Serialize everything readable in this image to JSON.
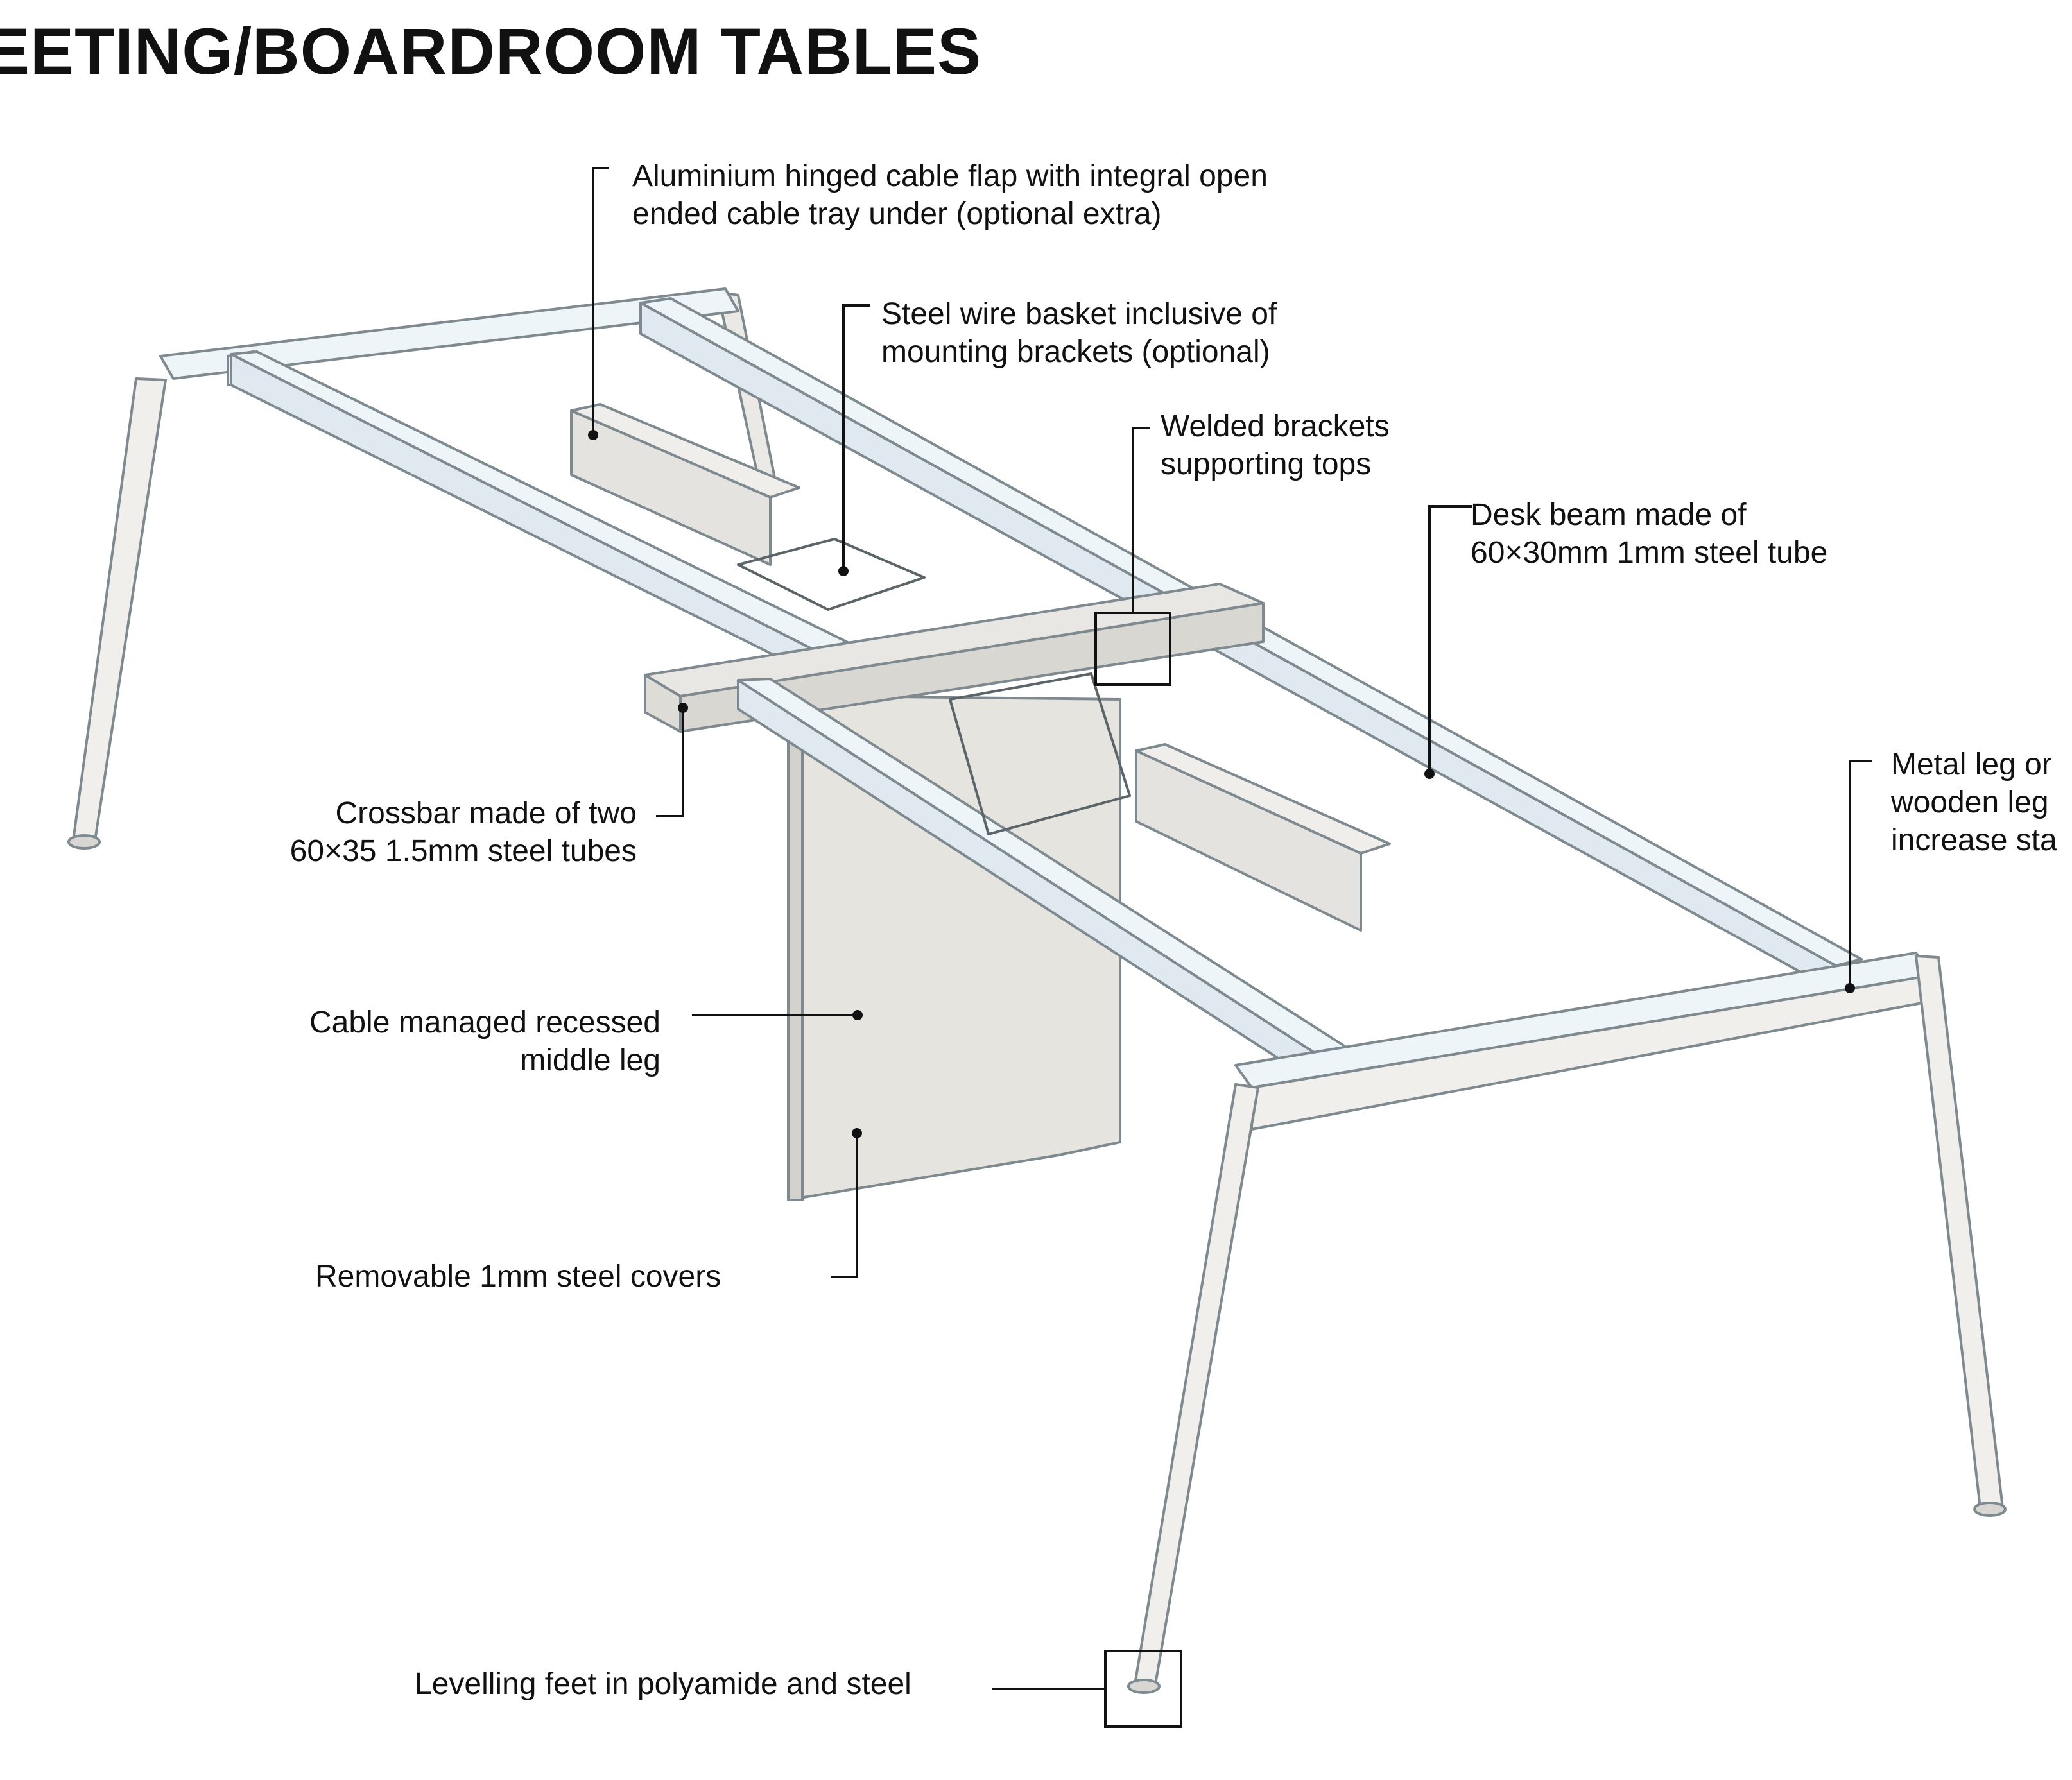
{
  "page": {
    "title": "EETING/BOARDROOM TABLES"
  },
  "callouts": [
    {
      "id": "cable-flap",
      "lines": [
        "Aluminium hinged cable flap with integral open",
        "ended cable tray under (optional extra)"
      ]
    },
    {
      "id": "wire-basket",
      "lines": [
        "Steel wire basket inclusive of",
        "mounting brackets (optional)"
      ]
    },
    {
      "id": "welded-brackets",
      "lines": [
        "Welded brackets",
        "supporting tops"
      ]
    },
    {
      "id": "desk-beam",
      "lines": [
        "Desk beam made of",
        "60×30mm 1mm steel tube"
      ]
    },
    {
      "id": "metal-leg",
      "lines": [
        "Metal leg or",
        "wooden leg",
        "increase sta"
      ]
    },
    {
      "id": "crossbar",
      "lines": [
        "Crossbar made of two",
        "60×35 1.5mm steel tubes"
      ]
    },
    {
      "id": "middle-leg",
      "lines": [
        "Cable managed recessed",
        "middle leg"
      ]
    },
    {
      "id": "steel-covers",
      "lines": [
        "Removable 1mm steel covers"
      ]
    },
    {
      "id": "levelling-feet",
      "lines": [
        "Levelling feet in polyamide and steel"
      ]
    }
  ],
  "colors": {
    "frame_fill": "#eef5f9",
    "frame_stroke": "#7e8a90",
    "leg_fill": "#f1efec",
    "panel_fill": "#e6e4df",
    "ink": "#111111"
  }
}
